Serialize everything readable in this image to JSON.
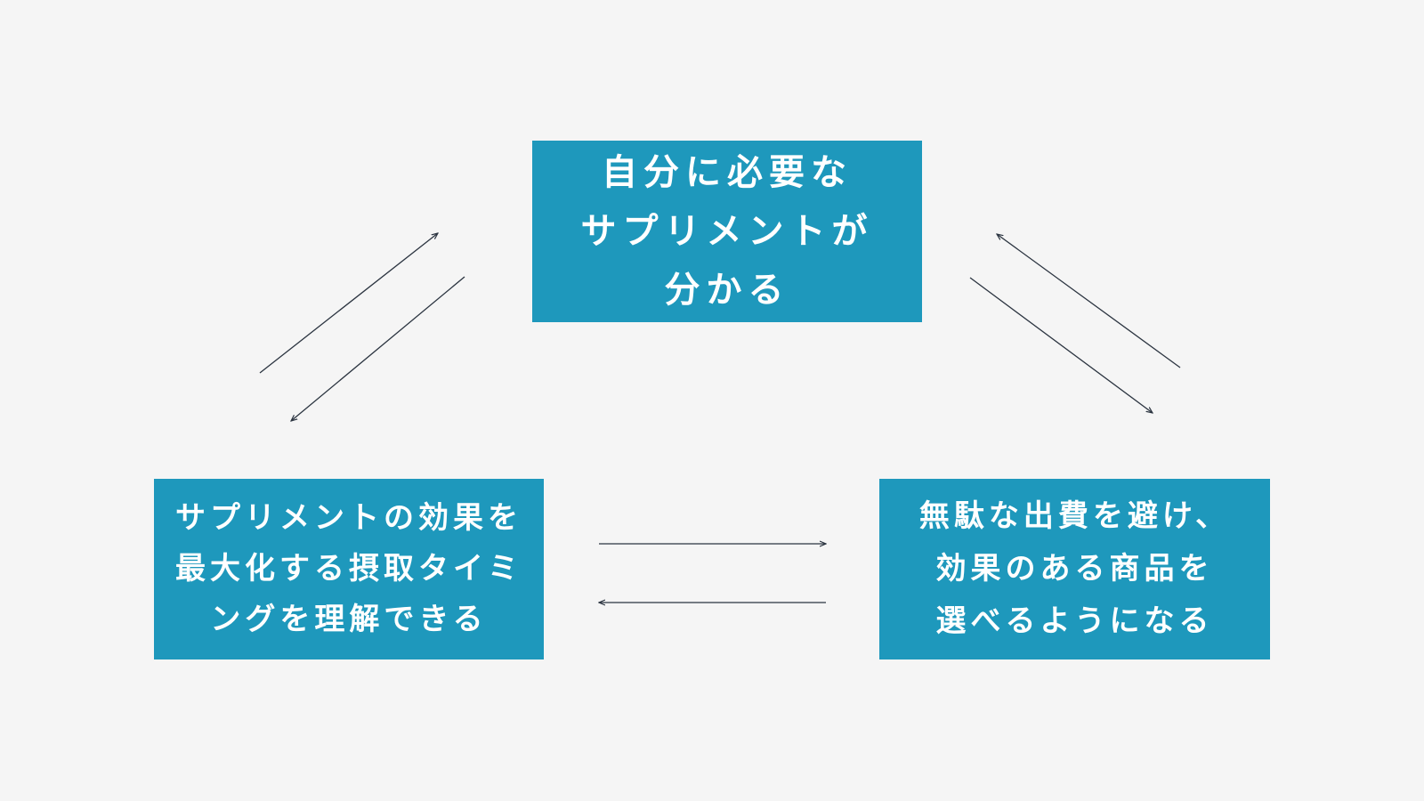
{
  "diagram": {
    "nodes": {
      "top": {
        "lines": [
          "自分に必要な",
          "サプリメントが",
          "分かる"
        ]
      },
      "left": {
        "lines": [
          "サプリメントの効果を",
          "最大化する摂取タイミ",
          "ングを理解できる"
        ]
      },
      "right": {
        "lines": [
          "無駄な出費を避け、",
          "効果のある商品を",
          "選べるようになる"
        ]
      }
    },
    "edges": [
      {
        "from": "left",
        "to": "top"
      },
      {
        "from": "top",
        "to": "left"
      },
      {
        "from": "top",
        "to": "right"
      },
      {
        "from": "right",
        "to": "top"
      },
      {
        "from": "left",
        "to": "right"
      },
      {
        "from": "right",
        "to": "left"
      }
    ]
  },
  "colors": {
    "background": "#f5f5f5",
    "box_fill": "#1e98bc",
    "box_text": "#ffffff",
    "arrow": "#2b3440"
  }
}
